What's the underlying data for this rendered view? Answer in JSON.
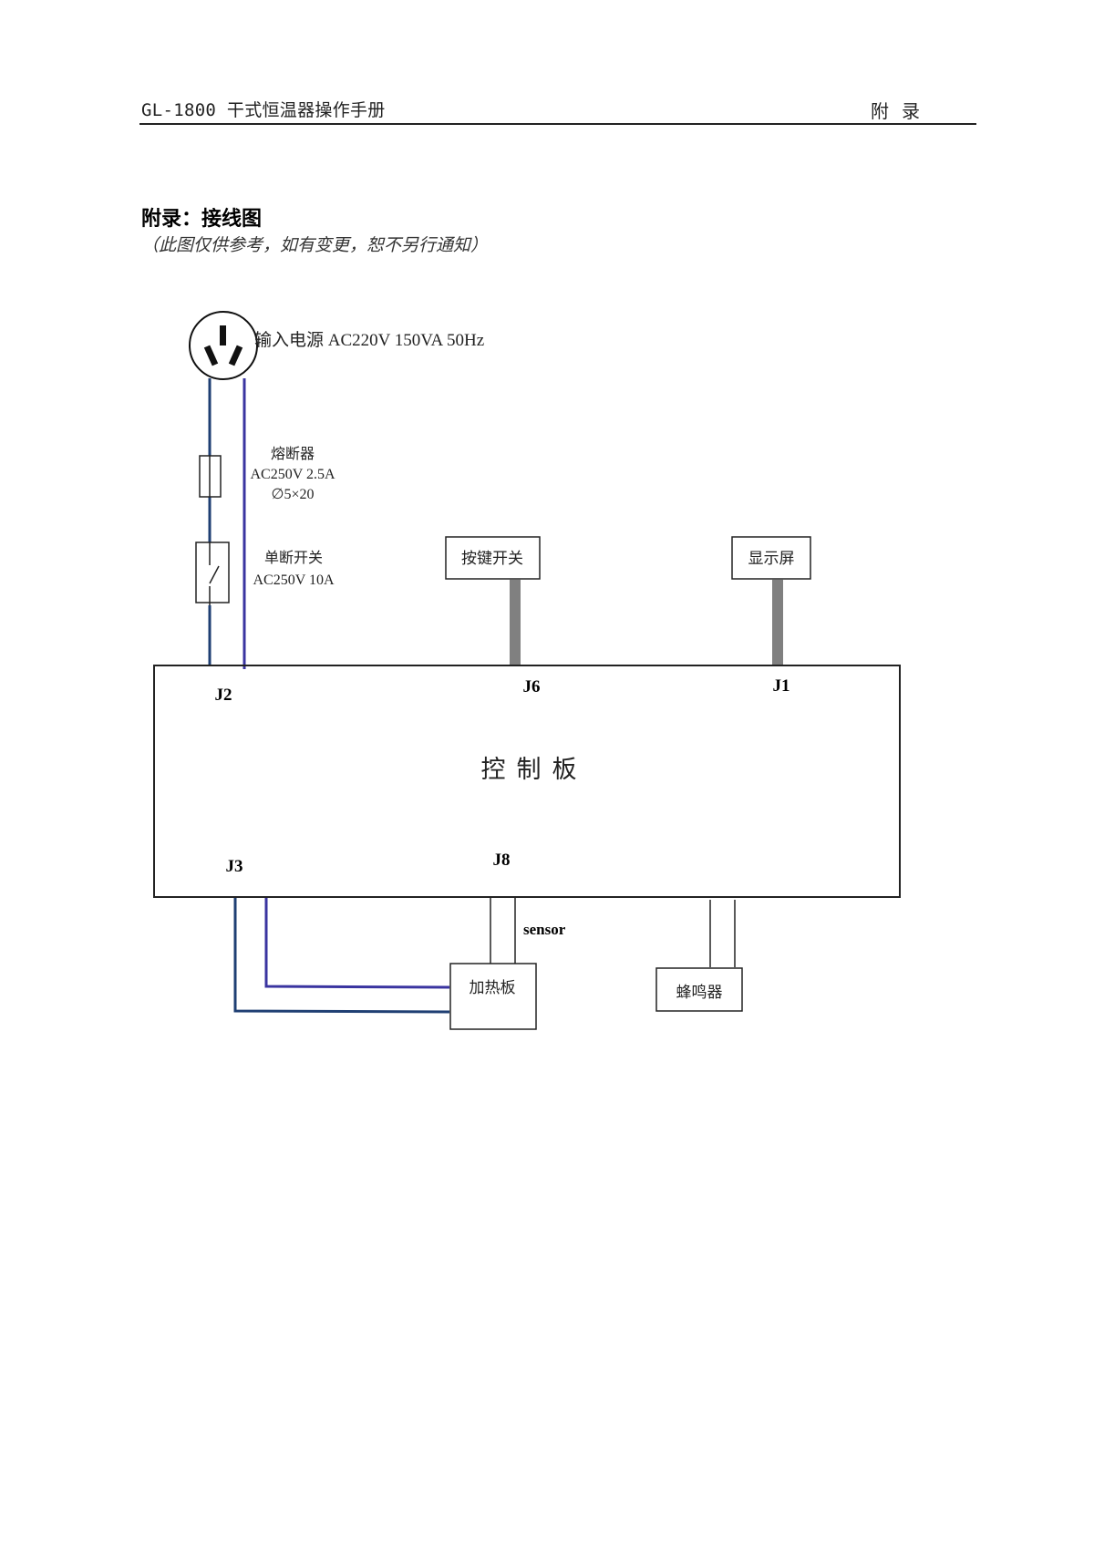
{
  "header": {
    "manual_title": "GL-1800 干式恒温器操作手册",
    "section": "附录"
  },
  "page": {
    "title": "附录：接线图",
    "note": "（此图仅供参考，如有变更，恕不另行通知）"
  },
  "diagram": {
    "power_input": "输入电源  AC220V    150VA    50Hz",
    "fuse": {
      "name": "熔断器",
      "rating": "AC250V 2.5A",
      "size": "∅5×20"
    },
    "switch": {
      "name": "单断开关",
      "rating": "AC250V 10A"
    },
    "keypad": "按键开关",
    "display": "显示屏",
    "control_board": "控制板",
    "heater": "加热板",
    "buzzer": "蜂鸣器",
    "sensor_label": "sensor",
    "connectors": {
      "j1": "J1",
      "j2": "J2",
      "j3": "J3",
      "j6": "J6",
      "j8": "J8"
    },
    "colors": {
      "wire_live": "#1f3f73",
      "wire_neutral": "#3a34a0",
      "ribbon_cable": "#808080",
      "outline": "#222222"
    }
  }
}
